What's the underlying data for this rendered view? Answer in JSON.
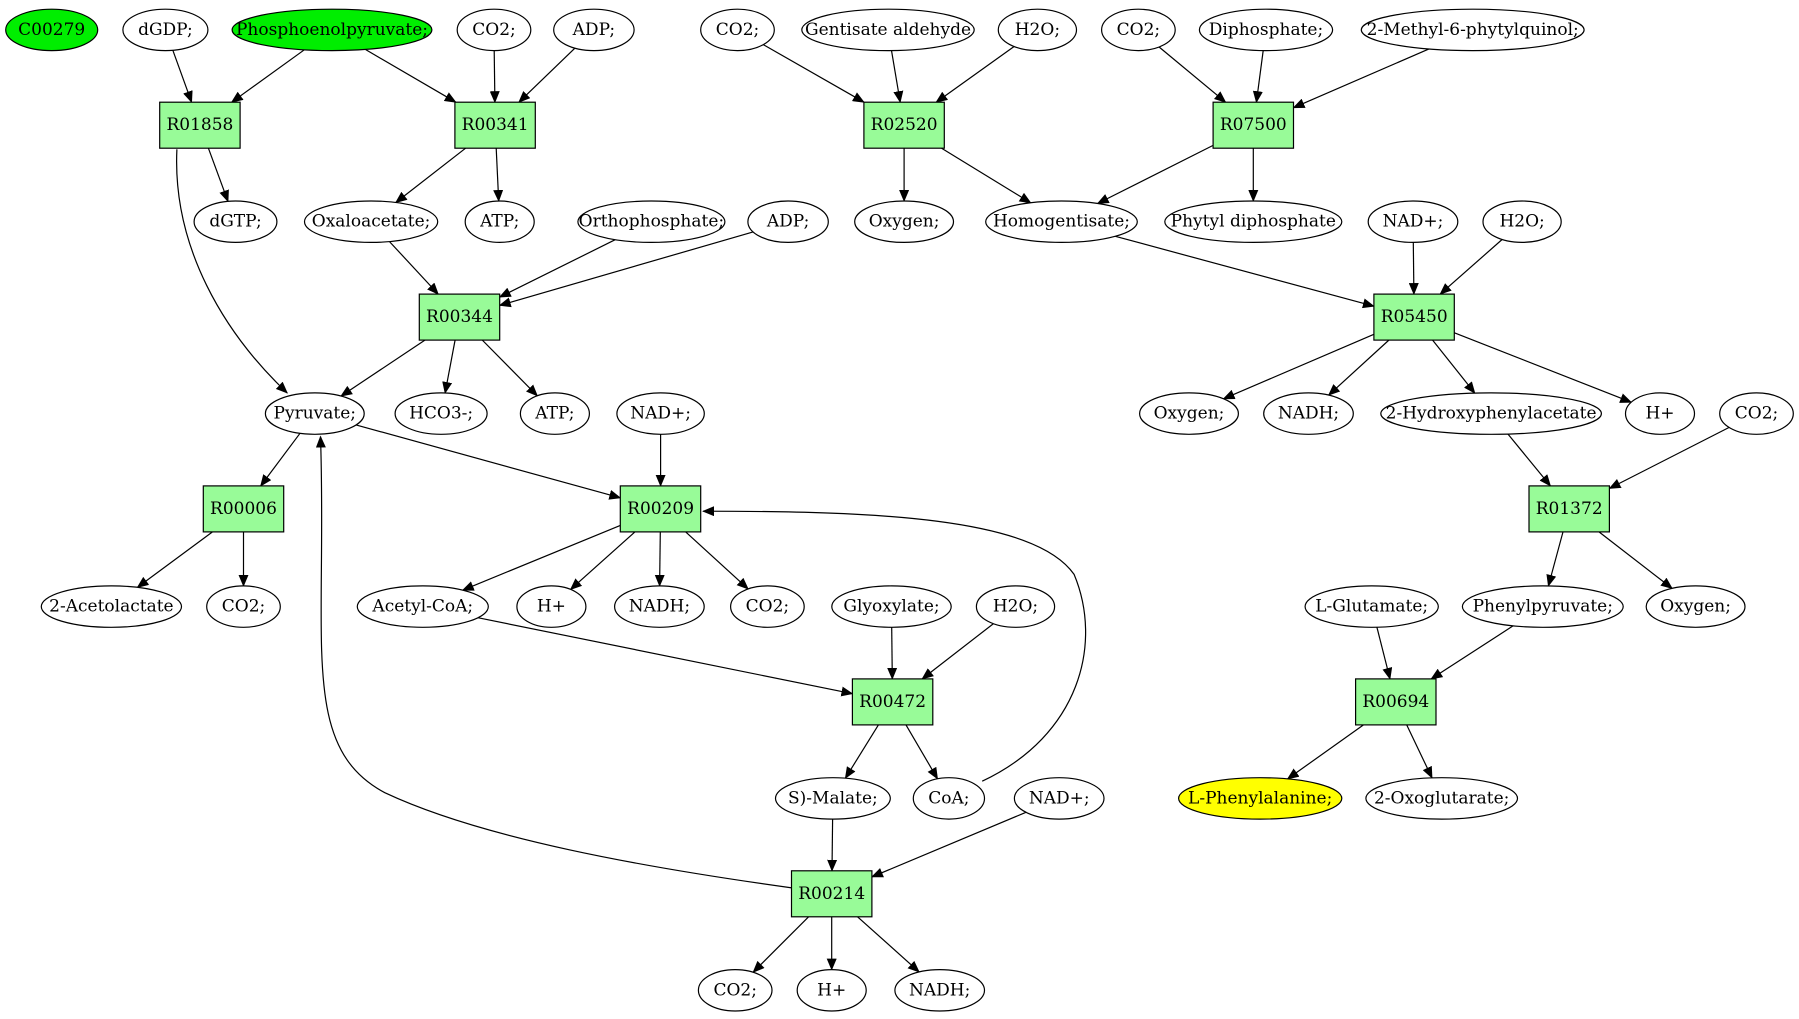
{
  "colors": {
    "reaction_fill": "#98fb98",
    "metabolite_fill": "#ffffff",
    "highlight_start": "#00ee00",
    "highlight_target": "#ffff00",
    "stroke": "#000000"
  },
  "nodes": [
    {
      "id": "c00279",
      "kind": "metabolite",
      "label": "C00279",
      "fill": "start"
    },
    {
      "id": "dgdp",
      "kind": "metabolite",
      "label": "dGDP;"
    },
    {
      "id": "pep",
      "kind": "metabolite",
      "label": "Phosphoenolpyruvate;",
      "fill": "start"
    },
    {
      "id": "co2_a",
      "kind": "metabolite",
      "label": "CO2;"
    },
    {
      "id": "adp_a",
      "kind": "metabolite",
      "label": "ADP;"
    },
    {
      "id": "co2_b",
      "kind": "metabolite",
      "label": "CO2;"
    },
    {
      "id": "gentisate",
      "kind": "metabolite",
      "label": "Gentisate aldehyde"
    },
    {
      "id": "h2o_a",
      "kind": "metabolite",
      "label": "H2O;"
    },
    {
      "id": "co2_c",
      "kind": "metabolite",
      "label": "CO2;"
    },
    {
      "id": "diphosphate",
      "kind": "metabolite",
      "label": "Diphosphate;"
    },
    {
      "id": "methylphytyl",
      "kind": "metabolite",
      "label": "2-Methyl-6-phytylquinol;"
    },
    {
      "id": "r01858",
      "kind": "reaction",
      "label": "R01858"
    },
    {
      "id": "r00341",
      "kind": "reaction",
      "label": "R00341"
    },
    {
      "id": "r02520",
      "kind": "reaction",
      "label": "R02520"
    },
    {
      "id": "r07500",
      "kind": "reaction",
      "label": "R07500"
    },
    {
      "id": "dgtp",
      "kind": "metabolite",
      "label": "dGTP;"
    },
    {
      "id": "oxaloacetate",
      "kind": "metabolite",
      "label": "Oxaloacetate;"
    },
    {
      "id": "atp_a",
      "kind": "metabolite",
      "label": "ATP;"
    },
    {
      "id": "orthophosphate",
      "kind": "metabolite",
      "label": "Orthophosphate;"
    },
    {
      "id": "adp_b",
      "kind": "metabolite",
      "label": "ADP;"
    },
    {
      "id": "oxygen_a",
      "kind": "metabolite",
      "label": "Oxygen;"
    },
    {
      "id": "homogentisate",
      "kind": "metabolite",
      "label": "Homogentisate;"
    },
    {
      "id": "phytyldp",
      "kind": "metabolite",
      "label": "Phytyl diphosphate"
    },
    {
      "id": "nad_a",
      "kind": "metabolite",
      "label": "NAD+;"
    },
    {
      "id": "h2o_b",
      "kind": "metabolite",
      "label": "H2O;"
    },
    {
      "id": "r00344",
      "kind": "reaction",
      "label": "R00344"
    },
    {
      "id": "r05450",
      "kind": "reaction",
      "label": "R05450"
    },
    {
      "id": "pyruvate",
      "kind": "metabolite",
      "label": "Pyruvate;"
    },
    {
      "id": "hco3",
      "kind": "metabolite",
      "label": "HCO3-;"
    },
    {
      "id": "atp_b",
      "kind": "metabolite",
      "label": "ATP;"
    },
    {
      "id": "nad_b",
      "kind": "metabolite",
      "label": "NAD+;"
    },
    {
      "id": "oxygen_b",
      "kind": "metabolite",
      "label": "Oxygen;"
    },
    {
      "id": "nadh_a",
      "kind": "metabolite",
      "label": "NADH;"
    },
    {
      "id": "hydroxyphenylacetate",
      "kind": "metabolite",
      "label": "2-Hydroxyphenylacetate"
    },
    {
      "id": "hplus_a",
      "kind": "metabolite",
      "label": "H+"
    },
    {
      "id": "co2_d",
      "kind": "metabolite",
      "label": "CO2;"
    },
    {
      "id": "r00006",
      "kind": "reaction",
      "label": "R00006"
    },
    {
      "id": "r00209",
      "kind": "reaction",
      "label": "R00209"
    },
    {
      "id": "r01372",
      "kind": "reaction",
      "label": "R01372"
    },
    {
      "id": "acetolactate",
      "kind": "metabolite",
      "label": "2-Acetolactate"
    },
    {
      "id": "co2_e",
      "kind": "metabolite",
      "label": "CO2;"
    },
    {
      "id": "acetylcoa",
      "kind": "metabolite",
      "label": "Acetyl-CoA;"
    },
    {
      "id": "hplus_b",
      "kind": "metabolite",
      "label": "H+"
    },
    {
      "id": "nadh_b",
      "kind": "metabolite",
      "label": "NADH;"
    },
    {
      "id": "co2_f",
      "kind": "metabolite",
      "label": "CO2;"
    },
    {
      "id": "glyoxylate",
      "kind": "metabolite",
      "label": "Glyoxylate;"
    },
    {
      "id": "h2o_c",
      "kind": "metabolite",
      "label": "H2O;"
    },
    {
      "id": "lglutamate",
      "kind": "metabolite",
      "label": "L-Glutamate;"
    },
    {
      "id": "phenylpyruvate",
      "kind": "metabolite",
      "label": "Phenylpyruvate;"
    },
    {
      "id": "oxygen_c",
      "kind": "metabolite",
      "label": "Oxygen;"
    },
    {
      "id": "r00472",
      "kind": "reaction",
      "label": "R00472"
    },
    {
      "id": "r00694",
      "kind": "reaction",
      "label": "R00694"
    },
    {
      "id": "smalate",
      "kind": "metabolite",
      "label": "S)-Malate;"
    },
    {
      "id": "coa",
      "kind": "metabolite",
      "label": "CoA;"
    },
    {
      "id": "nad_c",
      "kind": "metabolite",
      "label": "NAD+;"
    },
    {
      "id": "lphenylalanine",
      "kind": "metabolite",
      "label": "L-Phenylalanine;",
      "fill": "target"
    },
    {
      "id": "oxoglutarate",
      "kind": "metabolite",
      "label": "2-Oxoglutarate;"
    },
    {
      "id": "r00214",
      "kind": "reaction",
      "label": "R00214"
    },
    {
      "id": "co2_g",
      "kind": "metabolite",
      "label": "CO2;"
    },
    {
      "id": "hplus_c",
      "kind": "metabolite",
      "label": "H+"
    },
    {
      "id": "nadh_c",
      "kind": "metabolite",
      "label": "NADH;"
    }
  ],
  "edges": [
    [
      "dgdp",
      "r01858"
    ],
    [
      "pep",
      "r01858"
    ],
    [
      "pep",
      "r00341"
    ],
    [
      "co2_a",
      "r00341"
    ],
    [
      "adp_a",
      "r00341"
    ],
    [
      "co2_b",
      "r02520"
    ],
    [
      "gentisate",
      "r02520"
    ],
    [
      "h2o_a",
      "r02520"
    ],
    [
      "co2_c",
      "r07500"
    ],
    [
      "diphosphate",
      "r07500"
    ],
    [
      "methylphytyl",
      "r07500"
    ],
    [
      "r01858",
      "dgtp"
    ],
    [
      "r01858",
      "pyruvate"
    ],
    [
      "r00341",
      "oxaloacetate"
    ],
    [
      "r00341",
      "atp_a"
    ],
    [
      "r02520",
      "oxygen_a"
    ],
    [
      "r02520",
      "homogentisate"
    ],
    [
      "r07500",
      "homogentisate"
    ],
    [
      "r07500",
      "phytyldp"
    ],
    [
      "oxaloacetate",
      "r00344"
    ],
    [
      "orthophosphate",
      "r00344"
    ],
    [
      "adp_b",
      "r00344"
    ],
    [
      "homogentisate",
      "r05450"
    ],
    [
      "nad_a",
      "r05450"
    ],
    [
      "h2o_b",
      "r05450"
    ],
    [
      "r00344",
      "pyruvate"
    ],
    [
      "r00344",
      "hco3"
    ],
    [
      "r00344",
      "atp_b"
    ],
    [
      "r05450",
      "oxygen_b"
    ],
    [
      "r05450",
      "nadh_a"
    ],
    [
      "r05450",
      "hydroxyphenylacetate"
    ],
    [
      "r05450",
      "hplus_a"
    ],
    [
      "pyruvate",
      "r00006"
    ],
    [
      "pyruvate",
      "r00209"
    ],
    [
      "nad_b",
      "r00209"
    ],
    [
      "hydroxyphenylacetate",
      "r01372"
    ],
    [
      "co2_d",
      "r01372"
    ],
    [
      "r00006",
      "acetolactate"
    ],
    [
      "r00006",
      "co2_e"
    ],
    [
      "r00209",
      "acetylcoa"
    ],
    [
      "r00209",
      "hplus_b"
    ],
    [
      "r00209",
      "nadh_b"
    ],
    [
      "r00209",
      "co2_f"
    ],
    [
      "r01372",
      "phenylpyruvate"
    ],
    [
      "r01372",
      "oxygen_c"
    ],
    [
      "acetylcoa",
      "r00472"
    ],
    [
      "glyoxylate",
      "r00472"
    ],
    [
      "h2o_c",
      "r00472"
    ],
    [
      "lglutamate",
      "r00694"
    ],
    [
      "phenylpyruvate",
      "r00694"
    ],
    [
      "r00472",
      "smalate"
    ],
    [
      "r00472",
      "coa"
    ],
    [
      "coa",
      "r00209"
    ],
    [
      "r00694",
      "lphenylalanine"
    ],
    [
      "r00694",
      "oxoglutarate"
    ],
    [
      "smalate",
      "r00214"
    ],
    [
      "nad_c",
      "r00214"
    ],
    [
      "r00214",
      "pyruvate"
    ],
    [
      "r00214",
      "co2_g"
    ],
    [
      "r00214",
      "hplus_c"
    ],
    [
      "r00214",
      "nadh_c"
    ]
  ]
}
